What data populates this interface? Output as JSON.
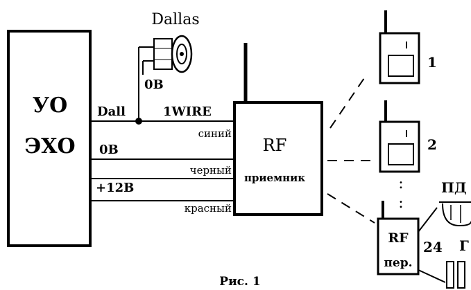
{
  "diagram": {
    "main_unit": {
      "line1": "УО",
      "line2": "ЭХО"
    },
    "dallas_label": "Dallas",
    "dallas_ground": "0В",
    "rf_receiver": {
      "line1": "RF",
      "line2": "приемник"
    },
    "wires": [
      {
        "left_label": "Dall",
        "right_label": "1WIRE"
      },
      {
        "left_label": "0В",
        "right_label": "синий"
      },
      {
        "left_label": "+12В",
        "right_label": "черный"
      },
      {
        "left_label": "",
        "right_label": "красный"
      }
    ],
    "transmitters": [
      {
        "number": "1"
      },
      {
        "number": "2"
      }
    ],
    "dots": ":",
    "rf_transmitter": {
      "line1": "RF",
      "line2": "пер."
    },
    "rf_transmitter_number": "24",
    "sensor_pd_label": "ПД",
    "sensor_g_label": "Г",
    "caption": "Рис. 1"
  }
}
